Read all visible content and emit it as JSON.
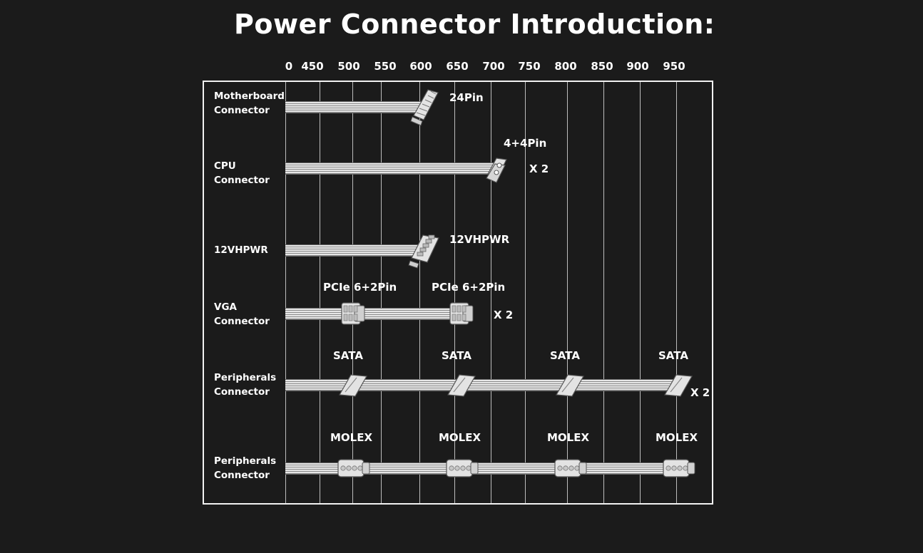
{
  "title": "Power Connector Introduction:",
  "axis": {
    "ticks": [
      "0",
      "450",
      "500",
      "550",
      "600",
      "650",
      "700",
      "750",
      "800",
      "850",
      "900",
      "950"
    ]
  },
  "rows": [
    {
      "label_lines": [
        "Motherboard",
        "Connector"
      ],
      "length_mm": 600,
      "connectors": [
        {
          "name": "24Pin",
          "at_mm": 600,
          "kind": "atx24"
        }
      ],
      "multiplier": ""
    },
    {
      "label_lines": [
        "CPU",
        "Connector"
      ],
      "length_mm": 700,
      "connectors": [
        {
          "name": "4+4Pin",
          "at_mm": 700,
          "kind": "cpu44"
        }
      ],
      "multiplier": "X 2"
    },
    {
      "label_lines": [
        "12VHPWR"
      ],
      "length_mm": 600,
      "connectors": [
        {
          "name": "12VHPWR",
          "at_mm": 600,
          "kind": "hpwr"
        }
      ],
      "multiplier": ""
    },
    {
      "label_lines": [
        "VGA",
        "Connector"
      ],
      "length_mm": 650,
      "connectors": [
        {
          "name": "PCIe 6+2Pin",
          "at_mm": 500,
          "kind": "pcie"
        },
        {
          "name": "PCIe 6+2Pin",
          "at_mm": 650,
          "kind": "pcie"
        }
      ],
      "multiplier": "X 2"
    },
    {
      "label_lines": [
        "Peripherals",
        "Connector"
      ],
      "length_mm": 950,
      "connectors": [
        {
          "name": "SATA",
          "at_mm": 500,
          "kind": "sata"
        },
        {
          "name": "SATA",
          "at_mm": 650,
          "kind": "sata"
        },
        {
          "name": "SATA",
          "at_mm": 800,
          "kind": "sata"
        },
        {
          "name": "SATA",
          "at_mm": 950,
          "kind": "sata"
        }
      ],
      "multiplier": "X 2"
    },
    {
      "label_lines": [
        "Peripherals",
        "Connector"
      ],
      "length_mm": 950,
      "connectors": [
        {
          "name": "MOLEX",
          "at_mm": 500,
          "kind": "molex"
        },
        {
          "name": "MOLEX",
          "at_mm": 650,
          "kind": "molex"
        },
        {
          "name": "MOLEX",
          "at_mm": 800,
          "kind": "molex"
        },
        {
          "name": "MOLEX",
          "at_mm": 950,
          "kind": "molex"
        }
      ],
      "multiplier": ""
    }
  ],
  "colors": {
    "background": "#1b1b1b",
    "text": "#ffffff",
    "cable": "#e6e6e6",
    "connector": "#e3e3e3"
  }
}
